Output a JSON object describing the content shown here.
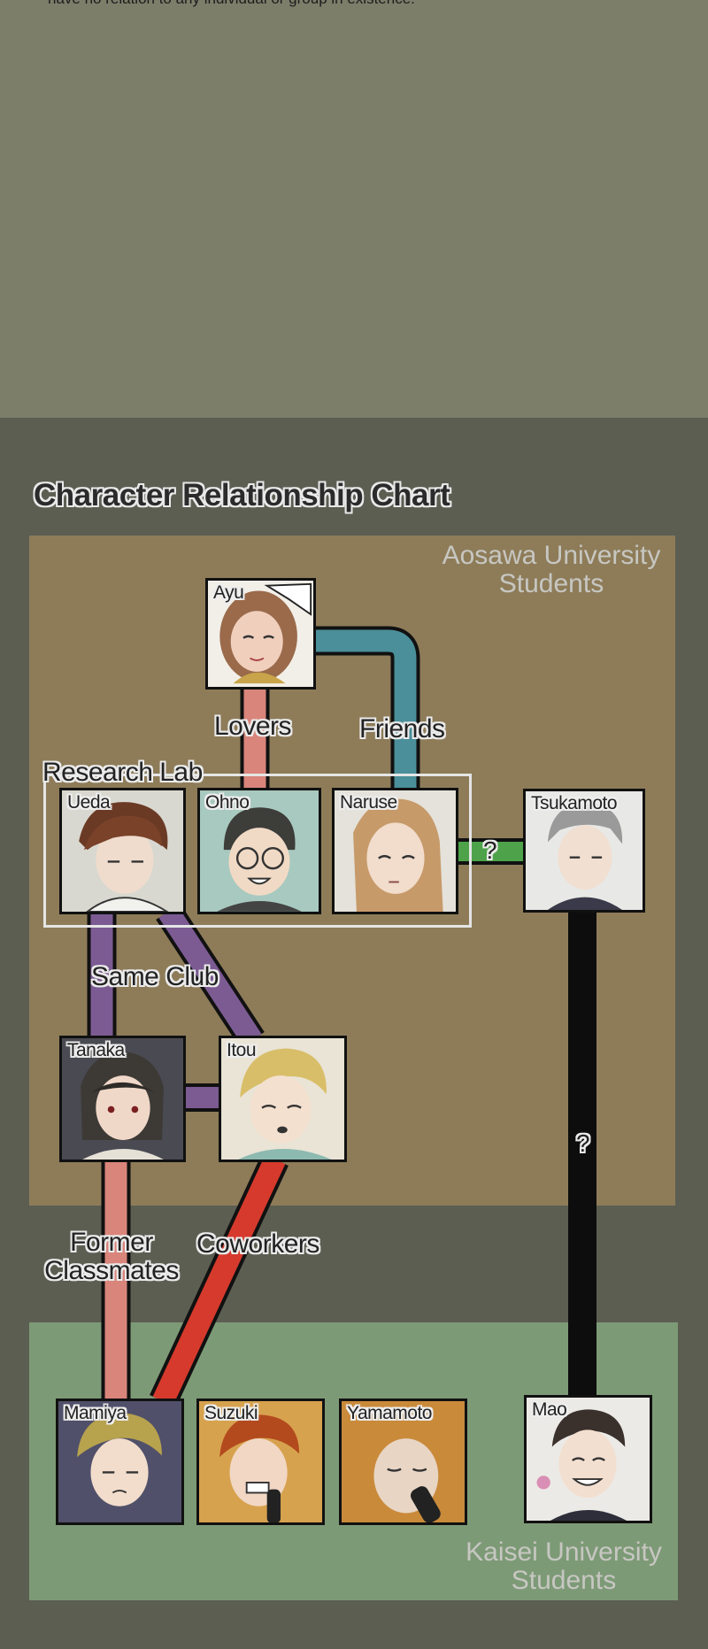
{
  "header": {
    "disclaimer": "have no relation to any individual or group in existence."
  },
  "chart": {
    "title": "Character Relationship Chart",
    "groups": {
      "aosawa": "Aosawa University Students",
      "kaisei": "Kaisei University Students",
      "lab": "Research Lab"
    },
    "relationships": {
      "lovers": "Lovers",
      "friends": "Friends",
      "naruse_tsukamoto": "?",
      "same_club": "Same Club",
      "tsukamoto_mao": "?",
      "former_classmates": "Former Classmates",
      "coworkers": "Coworkers"
    },
    "characters": {
      "ayu": "Ayu",
      "ueda": "Ueda",
      "ohno": "Ohno",
      "naruse": "Naruse",
      "tsukamoto": "Tsukamoto",
      "tanaka": "Tanaka",
      "itou": "Itou",
      "mamiya": "Mamiya",
      "suzuki": "Suzuki",
      "yamamoto": "Yamamoto",
      "mao": "Mao"
    }
  },
  "colors": {
    "lovers": "#d9857b",
    "friends": "#4a8f99",
    "unknown_green": "#4ea34a",
    "same_club": "#7c5b93",
    "former_classmates": "#d9857b",
    "coworkers": "#d63a2c",
    "unknown_black": "#0d0d0d"
  }
}
